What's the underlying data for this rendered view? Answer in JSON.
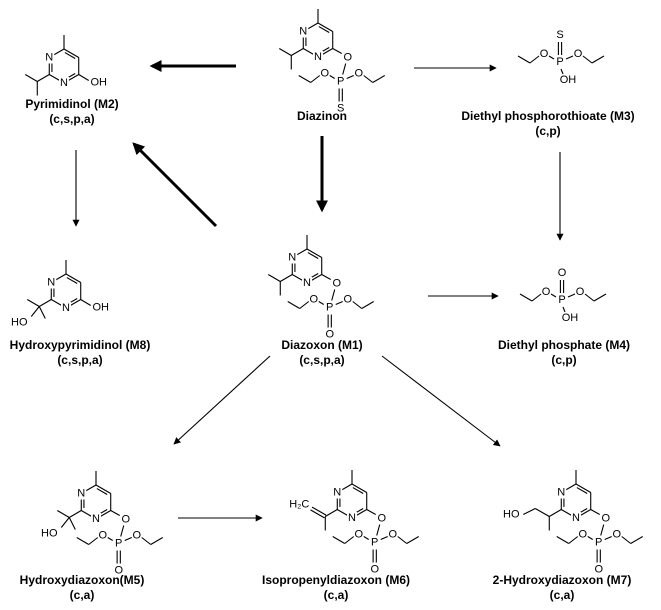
{
  "compounds": [
    {
      "id": "diazinon",
      "name": "Diazinon",
      "note": "",
      "substituent": "isopropyl",
      "ester": "thiophosphate",
      "group": "phosphate"
    },
    {
      "id": "m2",
      "name": "Pyrimidinol (M2)",
      "note": "(c,s,p,a)",
      "substituent": "isopropyl",
      "ester": "none",
      "group": "oh"
    },
    {
      "id": "m3",
      "name": "Diethyl phosphorothioate (M3)",
      "note": "(c,p)",
      "substituent": "",
      "ester": "thio",
      "group": "diethyl"
    },
    {
      "id": "m1",
      "name": "Diazoxon (M1)",
      "note": "(c,s,p,a)",
      "substituent": "isopropyl",
      "ester": "oxo",
      "group": "phosphate"
    },
    {
      "id": "m8",
      "name": "Hydroxypyrimidinol (M8)",
      "note": "(c,s,p,a)",
      "substituent": "hydroxyisopropyl",
      "ester": "none",
      "group": "oh"
    },
    {
      "id": "m4",
      "name": "Diethyl phosphate (M4)",
      "note": "(c,p)",
      "substituent": "",
      "ester": "oxo",
      "group": "diethyl"
    },
    {
      "id": "m5",
      "name": "Hydroxydiazoxon(M5)",
      "note": "(c,a)",
      "substituent": "hydroxyisopropyl",
      "ester": "oxo",
      "group": "phosphate"
    },
    {
      "id": "m6",
      "name": "Isopropenyldiazoxon (M6)",
      "note": "(c,a)",
      "substituent": "isopropenyl",
      "ester": "oxo",
      "group": "phosphate"
    },
    {
      "id": "m7",
      "name": "2-Hydroxydiazoxon (M7)",
      "note": "(c,a)",
      "substituent": "hydroxypropyl",
      "ester": "oxo",
      "group": "phosphate"
    }
  ],
  "atoms": {
    "n": "N",
    "o": "O",
    "p": "P",
    "s": "S",
    "oh": "OH",
    "ho": "HO",
    "h2c": "H₂C"
  },
  "arrows": [
    {
      "from": "diazinon",
      "to": "m2",
      "weight": "major"
    },
    {
      "from": "diazinon",
      "to": "m3",
      "weight": "minor"
    },
    {
      "from": "diazinon",
      "to": "m1",
      "weight": "major"
    },
    {
      "from": "m1",
      "to": "m2",
      "weight": "major"
    },
    {
      "from": "m2",
      "to": "m8",
      "weight": "minor"
    },
    {
      "from": "m3",
      "to": "m4",
      "weight": "minor"
    },
    {
      "from": "m1",
      "to": "m4",
      "weight": "minor"
    },
    {
      "from": "m1",
      "to": "m5",
      "weight": "minor"
    },
    {
      "from": "m1",
      "to": "m7",
      "weight": "minor"
    },
    {
      "from": "m5",
      "to": "m6",
      "weight": "minor"
    }
  ],
  "colors": {
    "ink": "#000000",
    "background": "#ffffff"
  }
}
